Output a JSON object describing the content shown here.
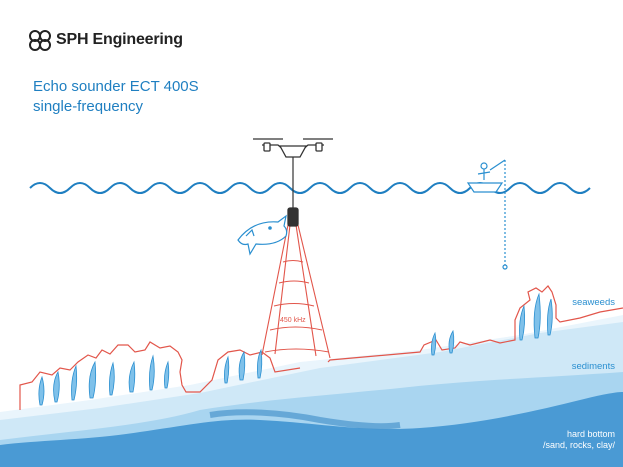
{
  "brand": {
    "name": "SPH Engineering",
    "logo_icon": "sph-logo-icon"
  },
  "title": {
    "line1": "Echo sounder ECT 400S",
    "line2": "single-frequency"
  },
  "beam": {
    "frequency": "450 kHz"
  },
  "layers": {
    "seaweeds": "seaweeds",
    "sediments": "sediments",
    "hard_bottom_line1": "hard bottom",
    "hard_bottom_line2": "/sand, rocks, clay/"
  },
  "colors": {
    "water_line": "#1f7fc1",
    "beam": "#e2564b",
    "sediment_light": "#d6ecf8",
    "sediment_mid": "#b3daf2",
    "hard_bottom": "#4a9ad4"
  },
  "icons": [
    "drone-icon",
    "shark-icon",
    "boat-icon",
    "seaweed-icon"
  ]
}
